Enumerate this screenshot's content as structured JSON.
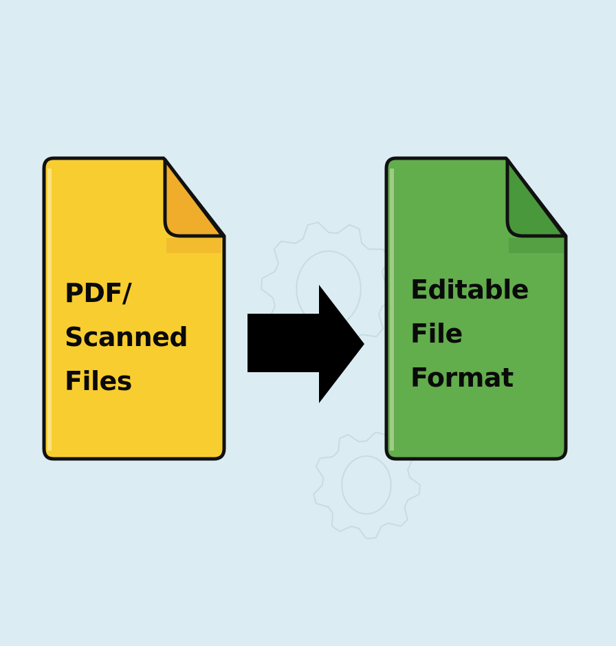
{
  "source_doc": {
    "lines": [
      "PDF/",
      "Scanned",
      "Files"
    ],
    "color": "#f8cd30",
    "fold_color": "#f0ad2b"
  },
  "target_doc": {
    "lines": [
      "Editable",
      "File",
      "Format"
    ],
    "color": "#62ad4c",
    "fold_color": "#4a983c"
  },
  "arrow": {
    "icon": "arrow-right-icon",
    "color": "#000000"
  },
  "background": {
    "color": "#dcecf3",
    "decoration": "gear-icon"
  }
}
